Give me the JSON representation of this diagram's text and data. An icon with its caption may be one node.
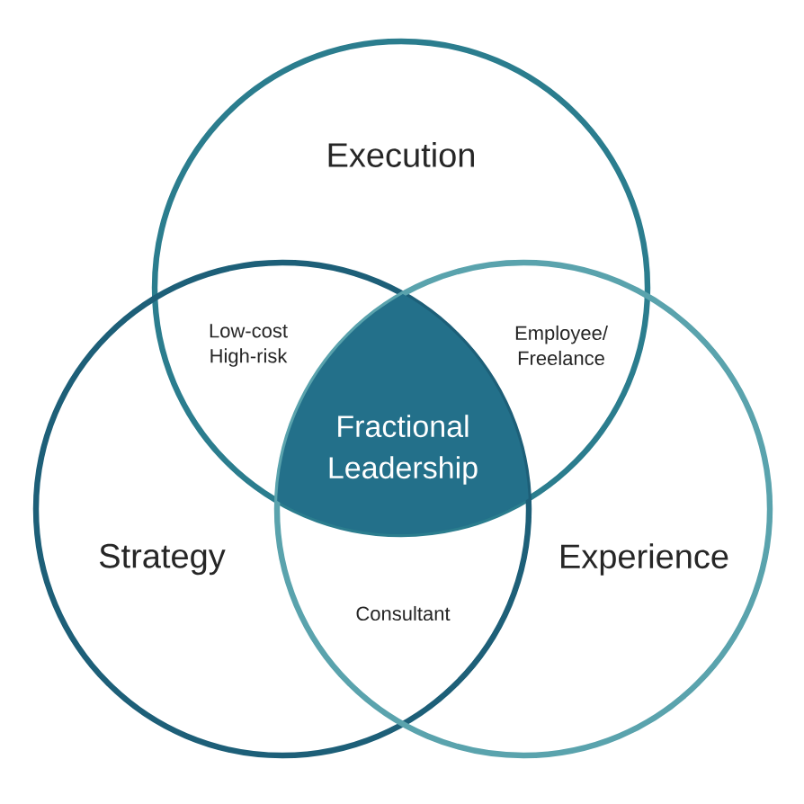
{
  "diagram": {
    "nodes": [
      {
        "text": [
          "Execution"
        ]
      },
      {
        "text": [
          "Strategy"
        ]
      },
      {
        "text": [
          "Experience"
        ]
      },
      {
        "text": [
          "Fractional Leadership"
        ]
      }
    ],
    "labels": [
      "Low-cost High-risk",
      "Employee/ Freelance",
      "Consultant"
    ]
  }
}
